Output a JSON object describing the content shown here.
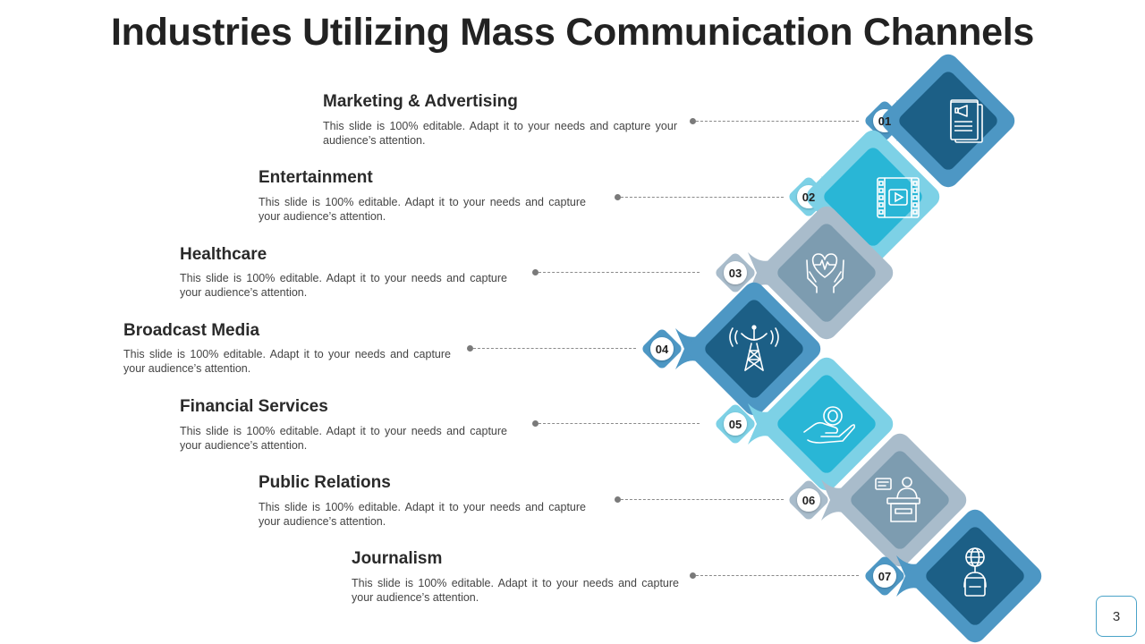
{
  "title": "Industries Utilizing Mass Communication Channels",
  "page_number": "3",
  "items": [
    {
      "num": "01",
      "title": "Marketing & Advertising",
      "desc": "This slide is 100% editable. Adapt it to your needs and capture your audience’s attention.",
      "icon": "megaphone-document-icon",
      "color": "#1c5f86"
    },
    {
      "num": "02",
      "title": "Entertainment",
      "desc": "This slide is 100% editable. Adapt it to your needs and capture your audience’s attention.",
      "icon": "film-play-icon",
      "color": "#29b6d6"
    },
    {
      "num": "03",
      "title": "Healthcare",
      "desc": "This slide is 100% editable. Adapt it to your needs and capture your audience’s attention.",
      "icon": "heart-hands-icon",
      "color": "#7d9cb0"
    },
    {
      "num": "04",
      "title": "Broadcast Media",
      "desc": "This slide is 100% editable. Adapt it to your needs and capture your audience’s attention.",
      "icon": "satellite-tower-icon",
      "color": "#1c5f86"
    },
    {
      "num": "05",
      "title": "Financial Services",
      "desc": "This slide is 100% editable. Adapt it to your needs and capture your audience’s attention.",
      "icon": "coin-hand-icon",
      "color": "#29b6d6"
    },
    {
      "num": "06",
      "title": "Public Relations",
      "desc": "This slide is 100% editable. Adapt it to your needs and capture your audience’s attention.",
      "icon": "speaker-podium-icon",
      "color": "#7d9cb0"
    },
    {
      "num": "07",
      "title": "Journalism",
      "desc": "This slide is 100% editable. Adapt it to your needs and capture your audience’s attention.",
      "icon": "globe-reporter-icon",
      "color": "#1c5f86"
    }
  ]
}
